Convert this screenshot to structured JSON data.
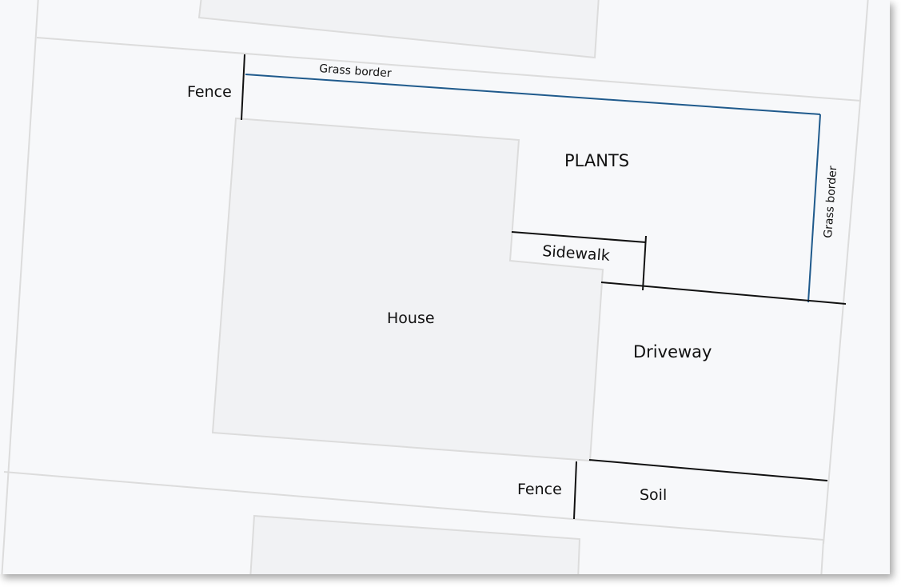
{
  "colors": {
    "background": "#f7f8fa",
    "building_fill": "#f1f2f4",
    "street_line": "#dcdcdc",
    "boundary_line": "#111111",
    "grass_border_line": "#1f5a8c"
  },
  "labels": {
    "fence_top": "Fence",
    "grass_border_top": "Grass border",
    "plants": "PLANTS",
    "grass_border_right": "Grass border",
    "sidewalk": "Sidewalk",
    "house": "House",
    "driveway": "Driveway",
    "fence_bottom": "Fence",
    "soil": "Soil"
  }
}
